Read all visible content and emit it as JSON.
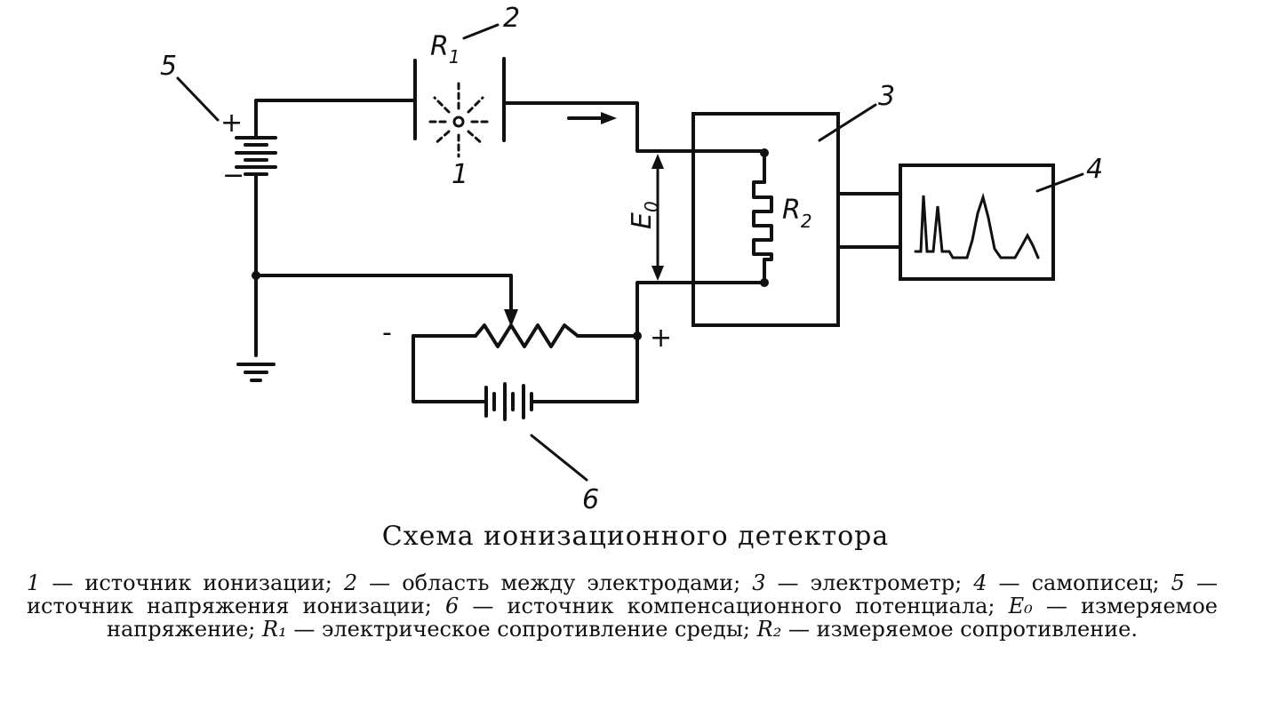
{
  "labels": {
    "n1": "1",
    "n2": "2",
    "n3": "3",
    "n4": "4",
    "n5": "5",
    "n6": "6",
    "r1": "R",
    "r1_sub": "1",
    "r2": "R",
    "r2_sub": "2",
    "e0": "E",
    "e0_sub": "0",
    "plus_top": "+",
    "minus_top": "−",
    "minus_bottom": "-",
    "plus_bottom": "+"
  },
  "caption": {
    "title": "Схема ионизационного детектора",
    "legend": [
      {
        "num": "1",
        "text": " — источник ионизации; "
      },
      {
        "num": "2",
        "text": " — область между электродами; "
      },
      {
        "num": "3",
        "text": " — электрометр; "
      },
      {
        "num": "4",
        "text": " — самописец; "
      },
      {
        "num": "5",
        "text": " — источник напряжения ионизации; "
      },
      {
        "num": "6",
        "text": " — источник компенсационного потенциала; "
      },
      {
        "num": "E₀",
        "text": " — измеряемое напряжение; "
      },
      {
        "num": "R₁",
        "text": " — электрическое сопротивление среды; "
      },
      {
        "num": "R₂",
        "text": " — измеряемое сопротивление."
      }
    ]
  }
}
